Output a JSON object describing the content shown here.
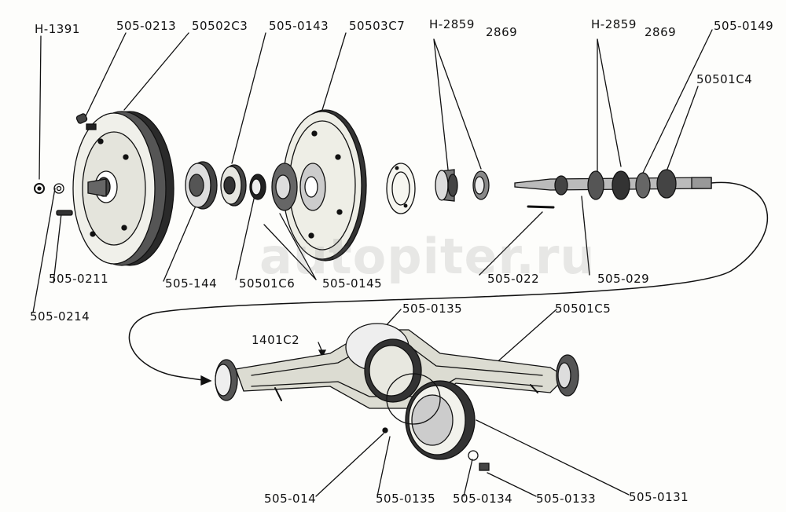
{
  "labels": {
    "h1391": "H-1391",
    "p505_0213": "505-0213",
    "p50502c3": "50502C3",
    "p505_0143": "505-0143",
    "p50503c7": "50503C7",
    "h2859_a": "H-2859",
    "h2869_a": "2869",
    "h2859_b": "H-2859",
    "h2869_b": "2869",
    "p505_0149": "505-0149",
    "p50501c4": "50501C4",
    "p505_0211": "505-0211",
    "p505_0214": "505-0214",
    "p505_144": "505-144",
    "p50501c6": "50501C6",
    "p505_0145": "505-0145",
    "p505_022": "505-022",
    "p505_029": "505-029",
    "p505_0135_top": "505-0135",
    "p50501c5": "50501C5",
    "p1401c2": "1401C2",
    "p505_014": "505-014",
    "p505_0135_bot": "505-0135",
    "p505_0134": "505-0134",
    "p505_0133": "505-0133",
    "p505_0131": "505-0131"
  },
  "watermark": "autopiter.ru",
  "colors": {
    "ink": "#111111",
    "paper": "#fdfdfb",
    "watermark": "#8a8a8a"
  }
}
